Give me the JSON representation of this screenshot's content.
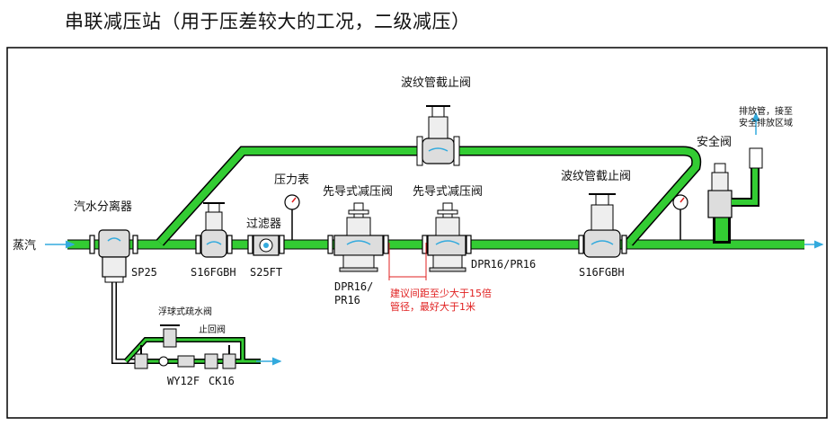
{
  "title": "串联减压站（用于压差较大的工况，二级减压）",
  "labels": {
    "steam_inlet": "蒸汽",
    "separator": "汽水分离器",
    "separator_model": "SP25",
    "globe_valve_1_model": "S16FGBH",
    "strainer": "过滤器",
    "strainer_model": "S25FT",
    "pressure_gauge": "压力表",
    "prv_1": "先导式减压阀",
    "prv_1_model_line1": "DPR16/",
    "prv_1_model_line2": "PR16",
    "prv_2": "先导式减压阀",
    "prv_2_model": "DPR16/PR16",
    "bypass_valve": "波纹管截止阀",
    "outlet_valve": "波纹管截止阀",
    "outlet_valve_model": "S16FGBH",
    "safety_valve": "安全阀",
    "vent_pipe_line1": "排放管，接至",
    "vent_pipe_line2": "安全排放区域",
    "float_trap": "浮球式疏水阀",
    "check_valve": "止回阀",
    "trap_model": "WY12F",
    "check_model": "CK16",
    "spacing_note_line1": "建议间距至少大于15倍",
    "spacing_note_line2": "管径，最好大于1米"
  },
  "colors": {
    "pipe": "#33cc33",
    "line": "#000000",
    "arrow": "#33aadd",
    "note": "#e02020",
    "valve_fill": "#dddddd"
  }
}
